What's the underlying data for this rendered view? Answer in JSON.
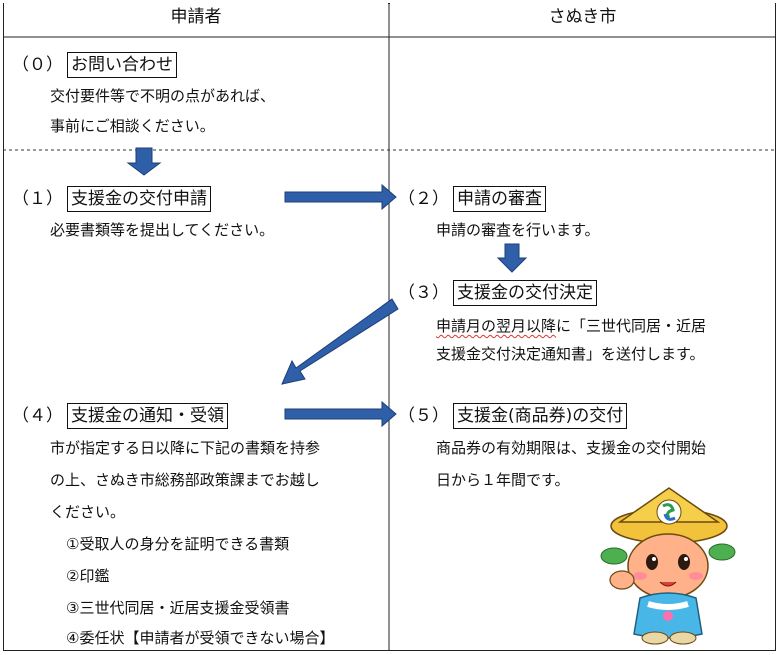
{
  "headers": {
    "applicant": "申請者",
    "city": "さぬき市"
  },
  "steps": {
    "s0": {
      "num": "（０）",
      "title": "お問い合わせ",
      "lines": [
        "交付要件等で不明の点があれば、",
        "事前にご相談ください。"
      ]
    },
    "s1": {
      "num": "（１）",
      "title": "支援金の交付申請",
      "lines": [
        "必要書類等を提出してください。"
      ]
    },
    "s2": {
      "num": "（２）",
      "title": "申請の審査",
      "lines": [
        "申請の審査を行います。"
      ]
    },
    "s3": {
      "num": "（３）",
      "title": "支援金の交付決定",
      "line1_underlined": "申請月の翌月以降",
      "line1_rest": "に「三世代同居・近居",
      "line2": "支援金交付決定通知書」を送付します。"
    },
    "s4": {
      "num": "（４）",
      "title": "支援金の通知・受領",
      "lines": [
        "市が指定する日以降に下記の書類を持参",
        "の上、さぬき市総務部政策課までお越し",
        "ください。"
      ],
      "items": [
        "①受取人の身分を証明できる書類",
        "②印鑑",
        "③三世代同居・近居支援金受領書",
        "④委任状【申請者が受領できない場合】"
      ]
    },
    "s5": {
      "num": "（５）",
      "title": "支援金(商品券)の交付",
      "lines": [
        "商品券の有効期限は、支援金の交付開始",
        "日から１年間です。"
      ]
    }
  },
  "colors": {
    "arrow": "#2f5fa8",
    "arrow_dark": "#1d3f78",
    "border": "#222222"
  },
  "icons": [
    "arrow-down-icon",
    "arrow-right-icon",
    "arrow-diagonal-icon",
    "mascot-illustration"
  ]
}
